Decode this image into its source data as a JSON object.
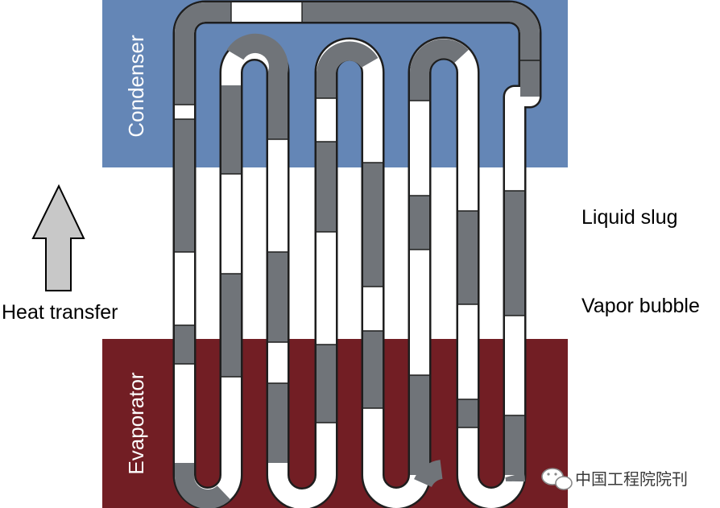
{
  "zones": {
    "condenser": {
      "label": "Condenser",
      "color": "#6486b6"
    },
    "evaporator": {
      "label": "Evaporator",
      "color": "#721e24"
    }
  },
  "fluid": {
    "liquid_color": "#707479",
    "vapor_color": "#ffffff",
    "wall_color": "#1e1e1e"
  },
  "arrow": {
    "label": "Heat transfer",
    "color": "#c8c8c8"
  },
  "callouts": {
    "liquid": "Liquid slug",
    "vapor": "Vapor bubble"
  },
  "watermark": {
    "text": "中国工程院院刊",
    "icon": "wechat-icon"
  }
}
